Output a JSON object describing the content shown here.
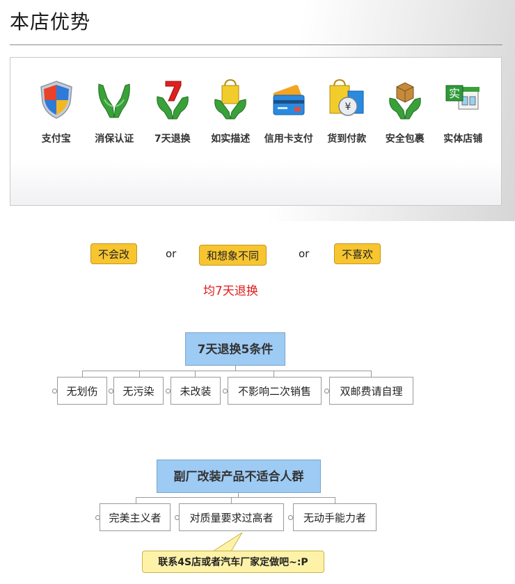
{
  "advantages": {
    "title": "本店优势",
    "items": [
      {
        "label": "支付宝",
        "icon": "shield-icon"
      },
      {
        "label": "消保认证",
        "icon": "hands-icon"
      },
      {
        "label": "7天退换",
        "icon": "seven-day-icon"
      },
      {
        "label": "如实描述",
        "icon": "shopping-bag-icon"
      },
      {
        "label": "信用卡支付",
        "icon": "credit-card-icon"
      },
      {
        "label": "货到付款",
        "icon": "cash-on-delivery-icon"
      },
      {
        "label": "安全包裹",
        "icon": "package-icon"
      },
      {
        "label": "实体店铺",
        "icon": "storefront-icon"
      }
    ]
  },
  "exchange": {
    "tags": [
      "不会改",
      "和想象不同",
      "不喜欢"
    ],
    "or_text": "or",
    "red_note": "均7天退换"
  },
  "conditions": {
    "title": "7天退换5条件",
    "items": [
      "无划伤",
      "无污染",
      "未改装",
      "不影响二次销售",
      "双邮费请自理"
    ]
  },
  "unsuitable": {
    "title": "副厂改装产品不适合人群",
    "items": [
      "完美主义者",
      "对质量要求过高者",
      "无动手能力者"
    ],
    "note": "联系4S店或者汽车厂家定做吧~:P"
  },
  "colors": {
    "tag_yellow": "#f7c530",
    "box_blue": "#9ecbf4",
    "note_red": "#e11a1a",
    "note_yellow": "#fdf2a8"
  }
}
